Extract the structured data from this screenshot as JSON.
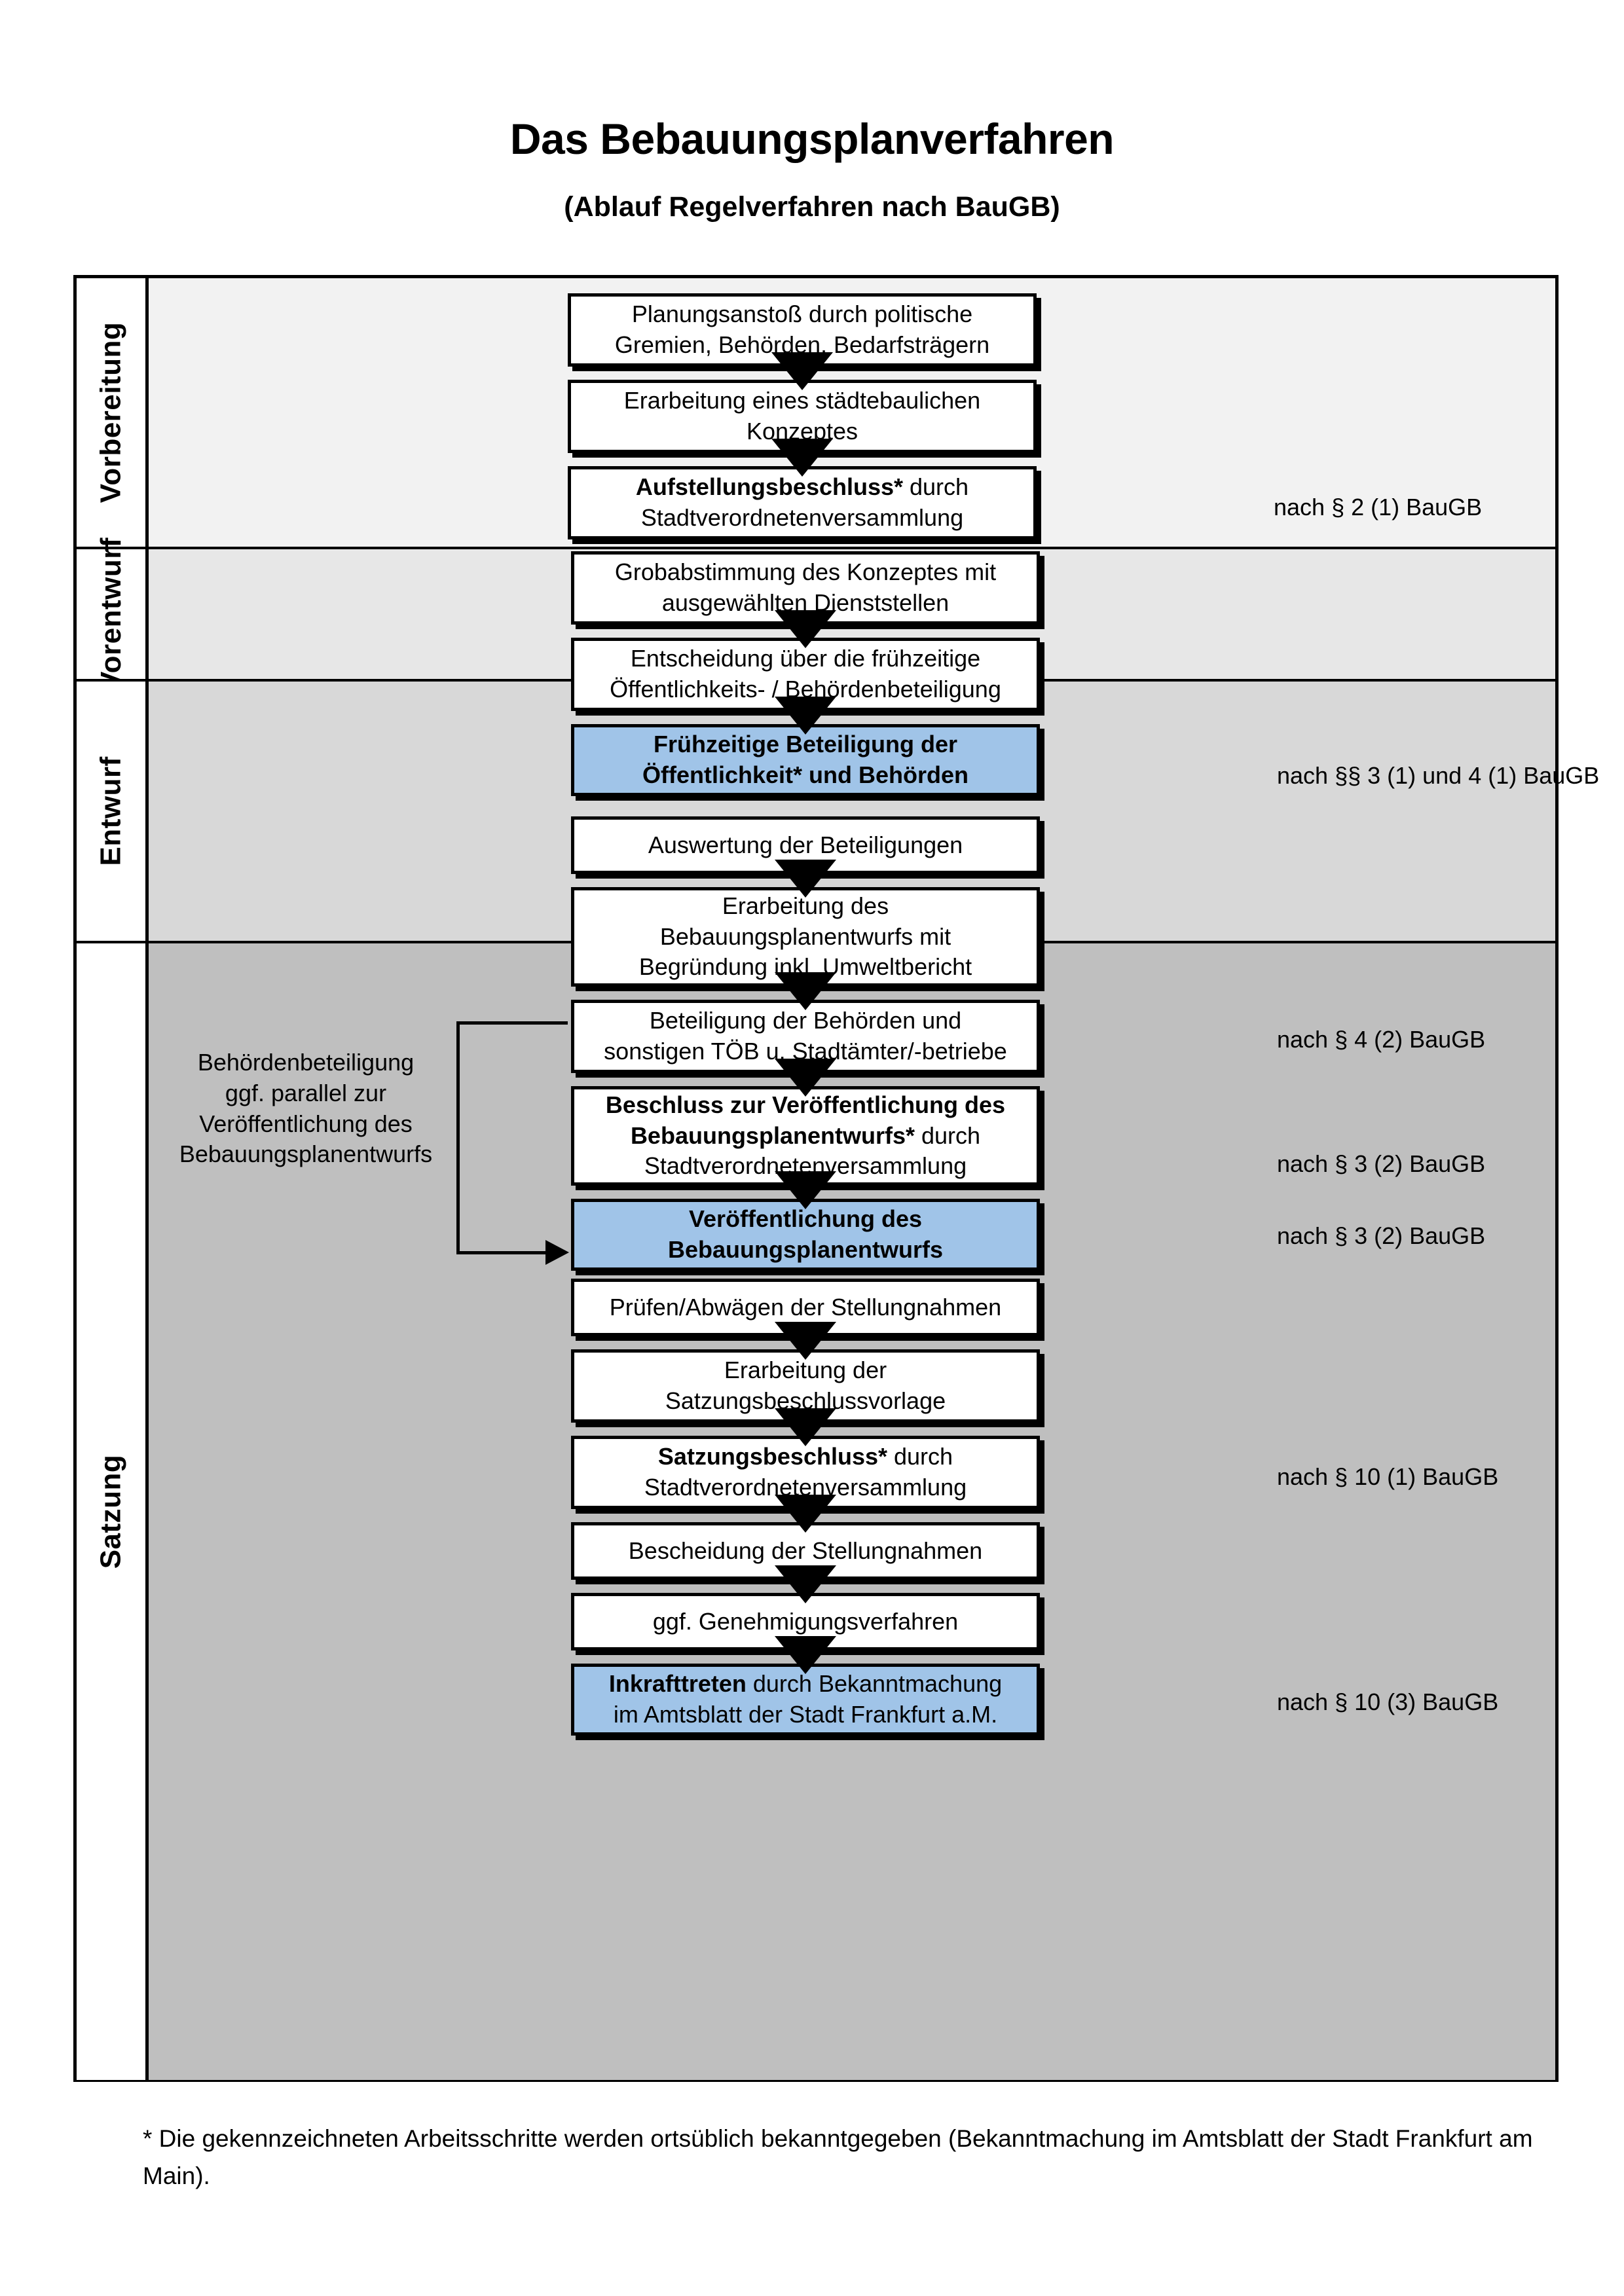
{
  "header": {
    "title": "Das Bebauungsplanverfahren",
    "subtitle": "(Ablauf Regelverfahren nach BauGB)"
  },
  "colors": {
    "highlight_blue": "#a0c4e8",
    "band_vorbereitung": "#f2f2f2",
    "band_vorentwurf": "#e7e7e7",
    "band_entwurf": "#d8d8d8",
    "band_satzung": "#bfbfbf",
    "line": "#000000"
  },
  "phases": [
    {
      "label": "Vorbereitung"
    },
    {
      "label": "Vorentwurf"
    },
    {
      "label": "Entwurf"
    },
    {
      "label": "Satzung"
    }
  ],
  "nodes": [
    {
      "id": "n1",
      "line1": "Planungsanstoß durch politische",
      "line2": "Gremien, Behörden, Bedarfsträgern",
      "bold1": "",
      "highlight": false
    },
    {
      "id": "n2",
      "line1": "Erarbeitung eines städtebaulichen",
      "line2": "Konzeptes",
      "bold1": "",
      "highlight": false
    },
    {
      "id": "n3",
      "bold1": "Aufstellungsbeschluss*",
      "line1": " durch",
      "line2": "Stadtverordnetenversammlung",
      "highlight": false
    },
    {
      "id": "n4",
      "line1": "Grobabstimmung des Konzeptes mit",
      "line2": "ausgewählten Dienststellen",
      "bold1": "",
      "highlight": false
    },
    {
      "id": "n5",
      "line1": "Entscheidung über die frühzeitige",
      "line2": "Öffentlichkeits- / Behördenbeteiligung",
      "bold1": "",
      "highlight": false
    },
    {
      "id": "n6",
      "bold1": "Frühzeitige Beteiligung der",
      "bold2": "Öffentlichkeit* und Behörden",
      "highlight": true
    },
    {
      "id": "n7",
      "line1": "Auswertung der Beteiligungen",
      "bold1": "",
      "highlight": false
    },
    {
      "id": "n8",
      "line1": "Erarbeitung des",
      "line2": "Bebauungsplanentwurfs mit",
      "line3": "Begründung inkl. Umweltbericht",
      "bold1": "",
      "highlight": false
    },
    {
      "id": "n9",
      "line1": "Beteiligung der Behörden und",
      "line2": "sonstigen TÖB u. Stadtämter/-betriebe",
      "bold1": "",
      "highlight": false
    },
    {
      "id": "n10",
      "bold1": "Beschluss zur Veröffentlichung des",
      "bold2": "Bebauungsplanentwurfs*",
      "line2": " durch",
      "line3": "Stadtverordnetenversammlung",
      "highlight": false
    },
    {
      "id": "n11",
      "bold1": "Veröffentlichung des",
      "bold2": "Bebauungsplanentwurfs",
      "highlight": true
    },
    {
      "id": "n12",
      "line1": "Prüfen/Abwägen der Stellungnahmen",
      "bold1": "",
      "highlight": false
    },
    {
      "id": "n13",
      "line1": "Erarbeitung der",
      "line2": "Satzungsbeschlussvorlage",
      "bold1": "",
      "highlight": false
    },
    {
      "id": "n14",
      "bold1": "Satzungsbeschluss*",
      "line1": " durch",
      "line2": "Stadtverordnetenversammlung",
      "highlight": false
    },
    {
      "id": "n15",
      "line1": "Bescheidung der Stellungnahmen",
      "bold1": "",
      "highlight": false
    },
    {
      "id": "n16",
      "line1": "ggf. Genehmigungsverfahren",
      "bold1": "",
      "highlight": false
    },
    {
      "id": "n17",
      "bold1": "Inkrafttreten",
      "line1": " durch Bekanntmachung",
      "line2": "im Amtsblatt der Stadt Frankfurt a.M.",
      "highlight": true
    }
  ],
  "notes": [
    {
      "id": "note1",
      "text": "nach § 2 (1) BauGB"
    },
    {
      "id": "note2",
      "text": "nach §§ 3 (1) und 4 (1) BauGB"
    },
    {
      "id": "note3",
      "text": "nach § 4 (2) BauGB"
    },
    {
      "id": "note4",
      "text": "nach § 3 (2) BauGB"
    },
    {
      "id": "note5",
      "text": "nach § 3 (2) BauGB"
    },
    {
      "id": "note6",
      "text": "nach § 10 (1) BauGB"
    },
    {
      "id": "note7",
      "text": "nach § 10 (3) BauGB"
    }
  ],
  "side_note": {
    "line1": "Behördenbeteiligung",
    "line2": "ggf. parallel zur",
    "line3": "Veröffentlichung des",
    "line4": "Bebauungsplanentwurfs"
  },
  "footnote": {
    "text": "* Die gekennzeichneten Arbeitsschritte werden ortsüblich bekanntgegeben (Bekanntmachung im Amtsblatt  der Stadt Frankfurt am Main)."
  }
}
